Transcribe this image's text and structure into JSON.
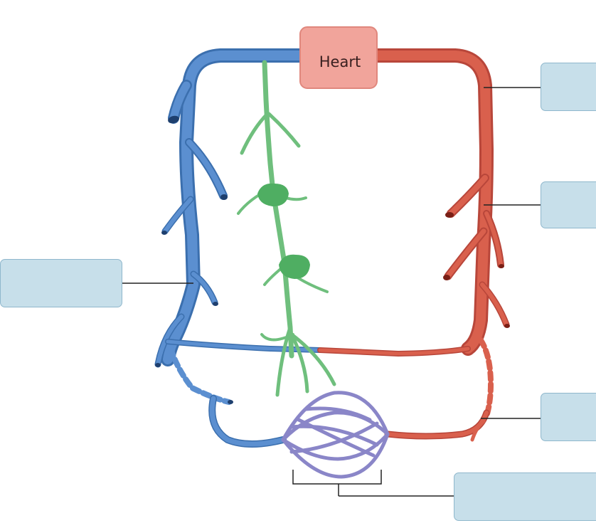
{
  "heart": {
    "label": "Heart"
  },
  "colors": {
    "vein": "#5b8fd0",
    "vein_dark": "#3b6fae",
    "artery": "#d9604d",
    "artery_dark": "#b8463a",
    "lymph": "#6fbf7d",
    "lymph_node": "#4fae62",
    "capillary": "#8a86c8",
    "heart_fill": "#f1a49b",
    "label_box": "#c7dfea"
  },
  "label_boxes": [
    {
      "id": "artery-upper",
      "text": ""
    },
    {
      "id": "artery-middle",
      "text": ""
    },
    {
      "id": "vein-left",
      "text": ""
    },
    {
      "id": "arteriole",
      "text": ""
    },
    {
      "id": "capillary-bed",
      "text": ""
    }
  ]
}
